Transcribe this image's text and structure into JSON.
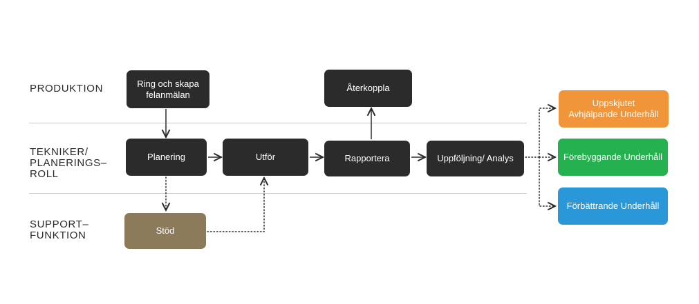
{
  "lanes": [
    {
      "id": "produktion",
      "lines": [
        "PRODUKTION"
      ]
    },
    {
      "id": "tekniker",
      "lines": [
        "TEKNIKER/",
        "PLANERINGS–",
        "ROLL"
      ]
    },
    {
      "id": "support",
      "lines": [
        "SUPPORT–",
        "FUNKTION"
      ]
    }
  ],
  "nodes": {
    "ring": {
      "lines": [
        "Ring och skapa",
        "felanmälan"
      ]
    },
    "aterkoppla": {
      "label": "Återkoppla"
    },
    "planering": {
      "label": "Planering"
    },
    "utfor": {
      "label": "Utför"
    },
    "rapportera": {
      "label": "Rapportera"
    },
    "uppfoljning": {
      "label": "Uppföljning/ Analys"
    },
    "stod": {
      "label": "Stöd"
    },
    "uppskjutet": {
      "lines": [
        "Uppskjutet",
        "Avhjälpande Underhåll"
      ]
    },
    "forebyggande": {
      "label": "Förebyggande Underhåll"
    },
    "forbattrande": {
      "label": "Förbättrande Underhåll"
    }
  },
  "colors": {
    "process": "#2b2b2b",
    "support": "#8c7b5b",
    "uppskjutet": "#f0953a",
    "forebyggande": "#25b14f",
    "forbattrande": "#2a98d8",
    "divider": "#c9c9c9"
  }
}
